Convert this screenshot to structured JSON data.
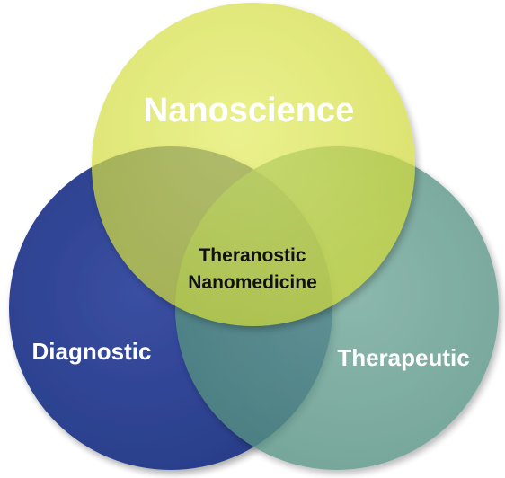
{
  "diagram": {
    "type": "venn",
    "circles": [
      {
        "id": "nanoscience",
        "label": "Nanoscience",
        "color": "#d7e047"
      },
      {
        "id": "diagnostic",
        "label": "Diagnostic",
        "color": "#2b3f93"
      },
      {
        "id": "therapeutic",
        "label": "Therapeutic",
        "color": "#5f9a8c"
      }
    ],
    "center": {
      "line1": "Theranostic",
      "line2": "Nanomedicine"
    }
  }
}
